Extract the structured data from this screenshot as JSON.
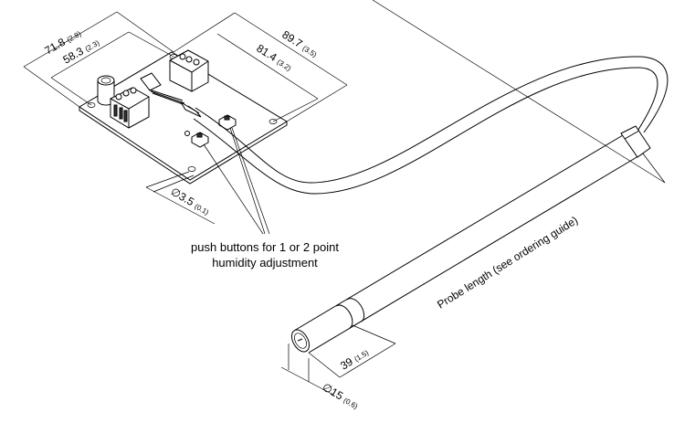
{
  "dimensions": {
    "board_length_outer": {
      "value": "71.8",
      "inch": "(2.8)"
    },
    "board_length_inner": {
      "value": "58.3",
      "inch": "(2.3)"
    },
    "board_width_outer": {
      "value": "89.7",
      "inch": "(3.5)"
    },
    "board_width_inner": {
      "value": "81.4",
      "inch": "(3.2)"
    },
    "hole_diameter": {
      "value": "∅3.5",
      "inch": "(0.1)"
    },
    "probe_length": {
      "label": "Probe length (see ordering guide)"
    },
    "filter_length": {
      "value": "39",
      "inch": "(1.5)"
    },
    "probe_diameter": {
      "value": "∅15",
      "inch": "(0.6)"
    }
  },
  "annotation": {
    "line1": "push buttons for 1 or 2 point",
    "line2": "humidity adjustment"
  }
}
